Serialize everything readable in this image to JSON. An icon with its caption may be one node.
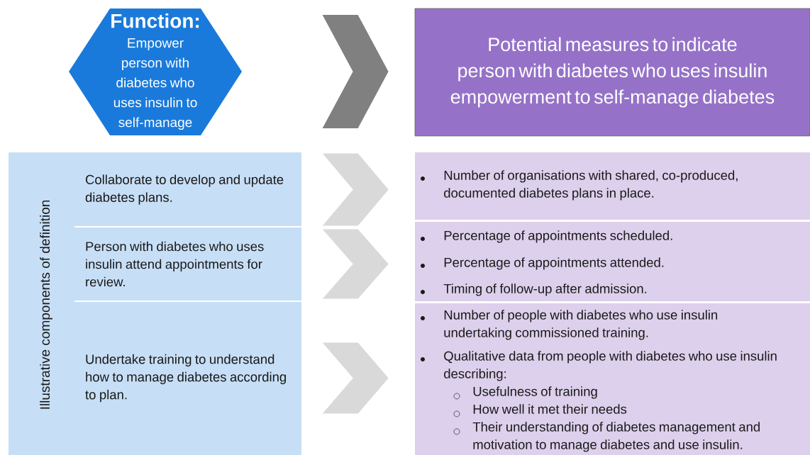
{
  "diagram": {
    "nodes": [
      {
        "text": [
          "Function:",
          "Empower person with diabetes who uses insulin to self-manage"
        ]
      },
      {
        "text": [
          "Potential measures to indicate person with diabetes who uses insulin empowerment to self-manage diabetes"
        ]
      },
      {
        "text": [
          "Illustrative components of definition"
        ]
      },
      {
        "text": [
          "Collaborate to develop and update diabetes plans."
        ],
        "in": 2
      },
      {
        "text": [
          "Person with diabetes who uses insulin attend appointments for review."
        ],
        "in": 2
      },
      {
        "text": [
          "Undertake training to understand how to manage diabetes according to plan."
        ],
        "in": 2
      },
      {
        "text": [
          "Number of organisations with shared, co-produced, documented diabetes plans in place."
        ]
      },
      {
        "text": [
          "Percentage of appointments scheduled.",
          "Percentage of appointments attended.",
          "Timing of follow-up after admission."
        ]
      },
      {
        "text": [
          "Number of people with diabetes who use insulin undertaking commissioned training.",
          "Qualitative data from people with diabetes who use insulin describing:",
          "Usefulness of training",
          "How well it met their needs",
          "Their understanding of diabetes management and motivation to manage diabetes and use insulin."
        ]
      }
    ],
    "edges": [
      {
        "from": 0,
        "to": 1,
        "arrow": "to",
        "color": "#808080"
      },
      {
        "from": 3,
        "to": 6,
        "arrow": "to"
      },
      {
        "from": 4,
        "to": 7,
        "arrow": "to"
      },
      {
        "from": 5,
        "to": 8,
        "arrow": "to"
      }
    ]
  }
}
